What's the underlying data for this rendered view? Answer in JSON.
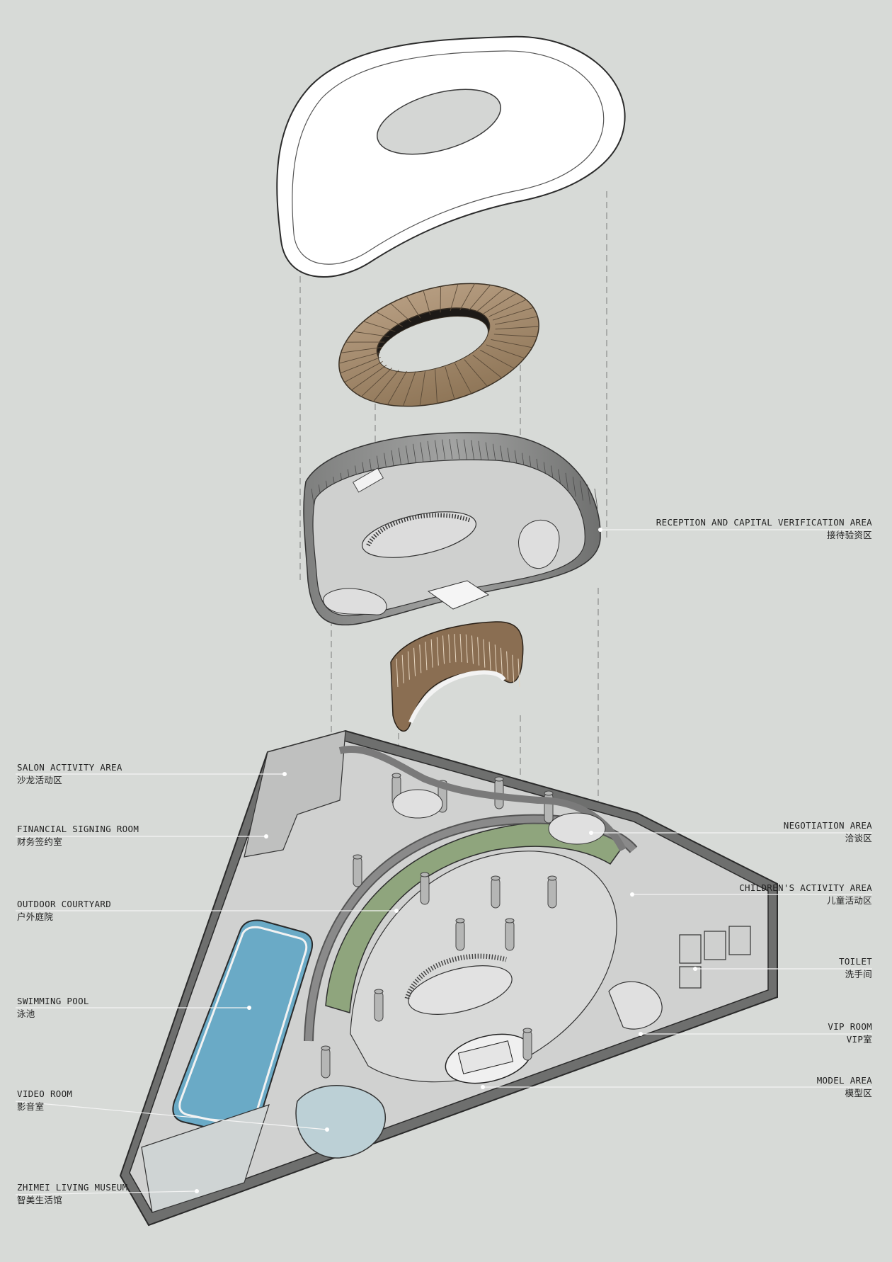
{
  "labels": {
    "reception": {
      "en": "RECEPTION AND CAPITAL VERIFICATION AREA",
      "zh": "接待验资区"
    },
    "salon": {
      "en": "SALON ACTIVITY AREA",
      "zh": "沙龙活动区"
    },
    "financial": {
      "en": "FINANCIAL SIGNING ROOM",
      "zh": "财务签约室"
    },
    "courtyard": {
      "en": "OUTDOOR COURTYARD",
      "zh": "户外庭院"
    },
    "pool": {
      "en": "SWIMMING POOL",
      "zh": "泳池"
    },
    "video": {
      "en": "VIDEO ROOM",
      "zh": "影音室"
    },
    "museum": {
      "en": "ZHIMEI LIVING MUSEUM",
      "zh": "智美生活馆"
    },
    "negotiation": {
      "en": "NEGOTIATION AREA",
      "zh": "洽谈区"
    },
    "children": {
      "en": "CHILDREN'S ACTIVITY AREA",
      "zh": "儿童活动区"
    },
    "toilet": {
      "en": "TOILET",
      "zh": "洗手间"
    },
    "vip": {
      "en": "VIP ROOM",
      "zh": "VIP室"
    },
    "model": {
      "en": "MODEL AREA",
      "zh": "模型区"
    }
  },
  "colors": {
    "background": "#d7dad7",
    "pool": "#6aaac6",
    "courtyard": "#8fa57d",
    "ring_wood": "#a48a6e",
    "wall": "#8a8a8a",
    "floor": "#c9cbc9",
    "roof": "#ffffff"
  }
}
